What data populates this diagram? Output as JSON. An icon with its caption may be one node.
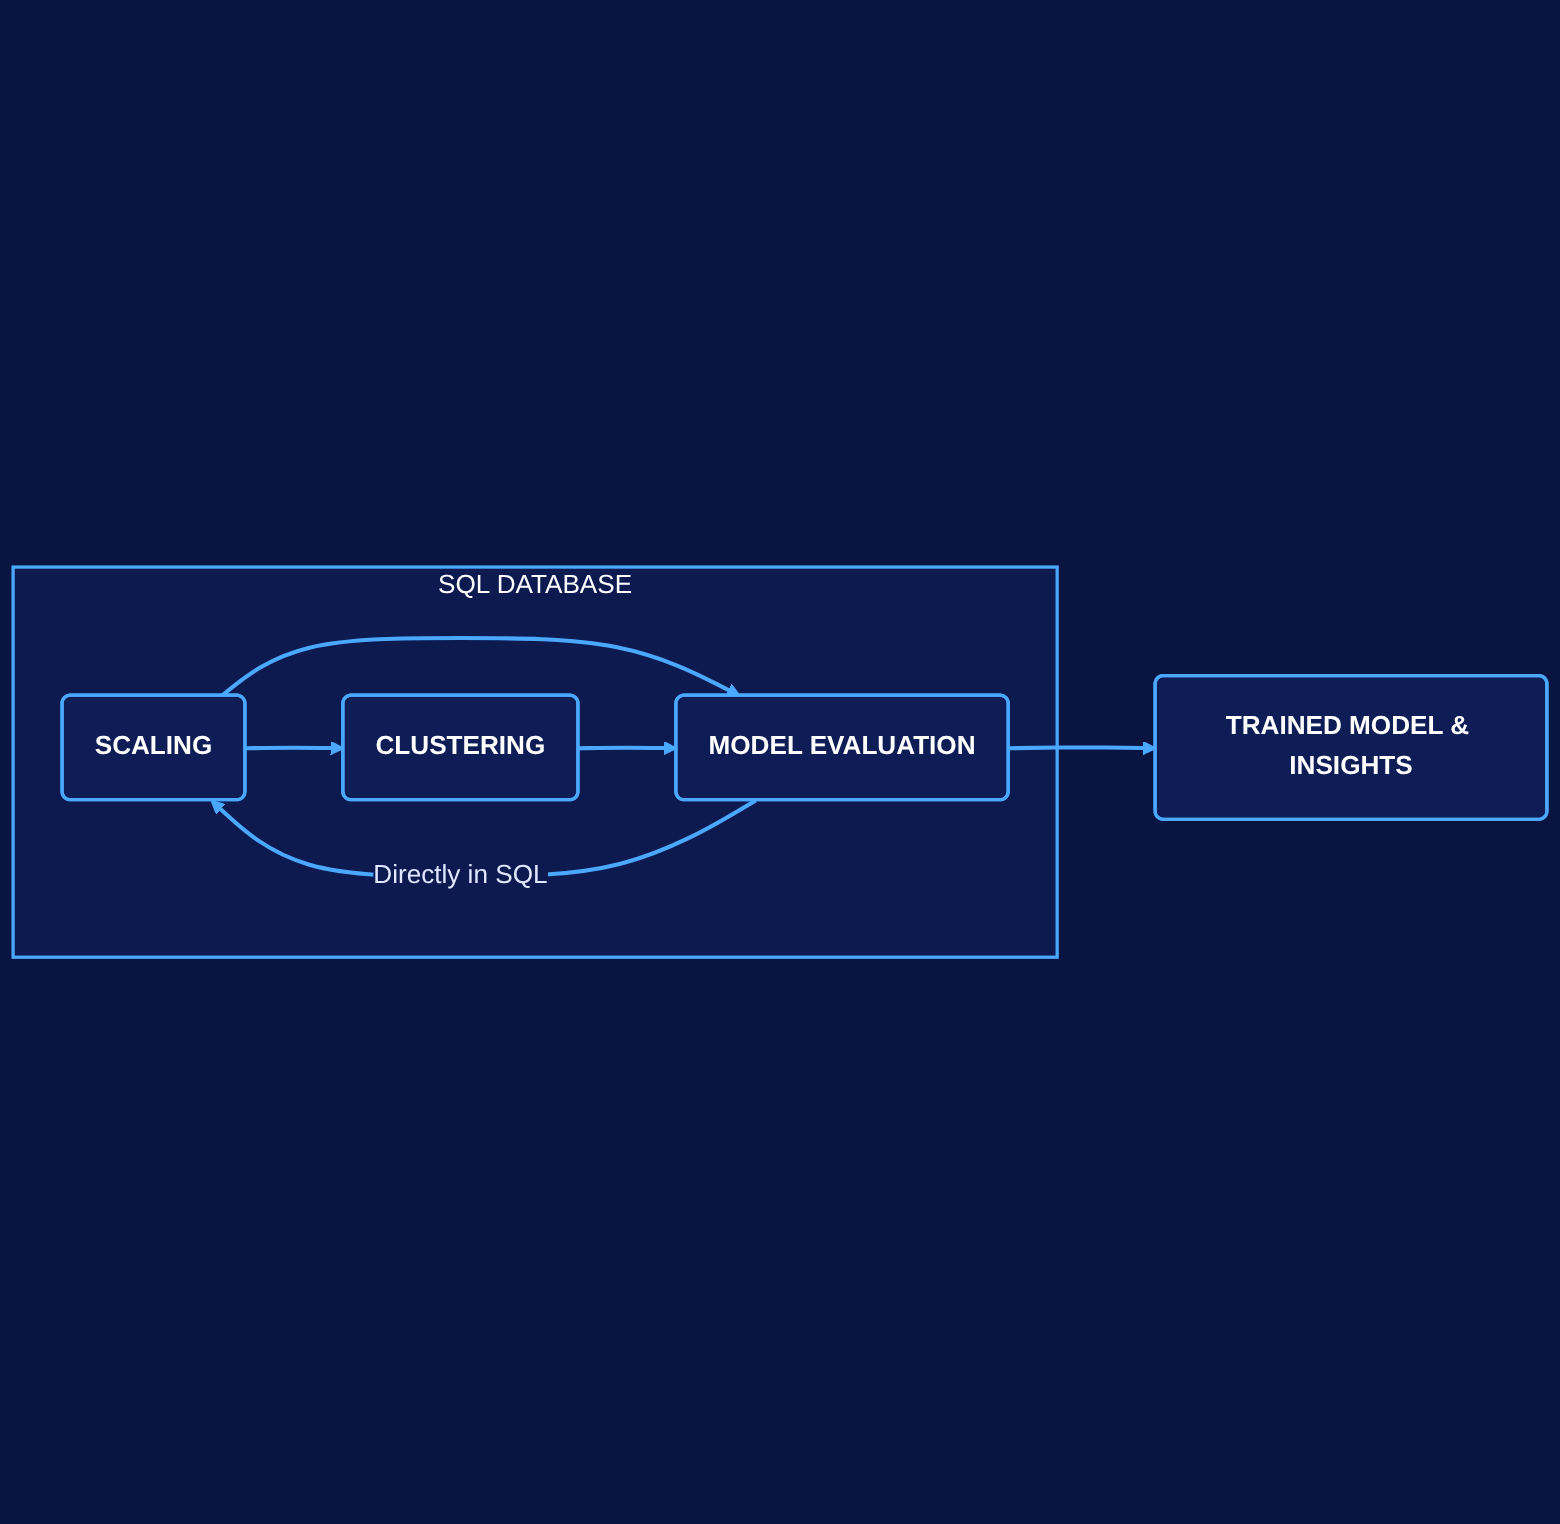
{
  "diagram": {
    "nodes": [
      {
        "text": [
          "SQL DATABASE"
        ]
      },
      {
        "text": [
          "SCALING"
        ],
        "in": 0
      },
      {
        "text": [
          "CLUSTERING"
        ],
        "in": 0
      },
      {
        "text": [
          "MODEL EVALUATION"
        ],
        "in": 0
      },
      {
        "text": [
          "TRAINED MODEL & INSIGHTS"
        ]
      }
    ],
    "edges": [
      {
        "from": 1,
        "to": 3,
        "arrow": "to"
      },
      {
        "from": 1,
        "to": 2,
        "arrow": "to"
      },
      {
        "from": 2,
        "to": 3,
        "arrow": "to"
      },
      {
        "from": 3,
        "to": 1,
        "arrow": "to",
        "label": "Directly in SQL"
      },
      {
        "from": 3,
        "to": 4,
        "arrow": "to"
      }
    ]
  }
}
